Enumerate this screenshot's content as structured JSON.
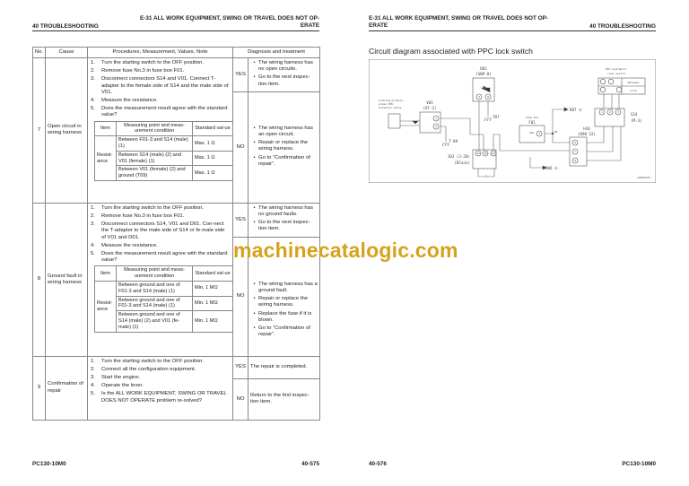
{
  "left": {
    "header": {
      "section": "40 TROUBLESHOOTING",
      "title_line1": "E-31 ALL WORK EQUIPMENT, SWING OR TRAVEL DOES NOT OP-",
      "title_line2": "ERATE"
    },
    "table": {
      "headers": [
        "No.",
        "Cause",
        "Procedures, Measurement, Values, Note",
        "Diagnosis and treatment"
      ],
      "rows": [
        {
          "no": "7",
          "cause": "Open circuit in wiring harness",
          "steps": [
            "Turn the starting switch to the OFF position.",
            "Remove fuse No.3 in fuse box F01.",
            "Disconnect connectors S14 and V01. Connect T-adapter to the female side of S14 and the male side of V01.",
            "Measure the resistance.",
            "Does the measurement result agree with the standard value?"
          ],
          "subtable": {
            "headers": [
              "Item",
              "Measuring point and meas-urement condition",
              "Standard val-ue"
            ],
            "item": "Resist-ance",
            "rows": [
              {
                "point": "Between F01-3 and S14 (male) (1)",
                "value": "Max. 1 Ω"
              },
              {
                "point": "Between S14 (male) (2) and V01 (female) (1)",
                "value": "Max. 1 Ω"
              },
              {
                "point": "Between V01 (female) (2) and ground (T09)",
                "value": "Max. 1 Ω"
              }
            ]
          },
          "yes": {
            "label": "YES",
            "items": [
              "The wiring harness has no open circuits.",
              "Go to the next inspec-tion item."
            ]
          },
          "no_branch": {
            "label": "NO",
            "items": [
              "The wiring harness has an open circuit.",
              "Repair or replace the wiring harness.",
              "Go to “Confirmation of repair”."
            ]
          }
        },
        {
          "no": "8",
          "cause": "Ground fault in wiring harness",
          "steps": [
            "Turn the starting switch to the OFF position.",
            "Remove fuse No.3 in fuse box F01.",
            "Disconnect connectors S14, V01 and D01. Con-nect the T-adapter to the male side of S14 or fe-male side of V01 and D01.",
            "Measure the resistance.",
            "Does the measurement result agree with the standard value?"
          ],
          "subtable": {
            "headers": [
              "Item",
              "Measuring point and meas-urement condition",
              "Standard val-ue"
            ],
            "item": "Resist-ance",
            "rows": [
              {
                "point": "Between ground and one of F01-3 and S14 (male) (1)",
                "value": "Min. 1 MΩ"
              },
              {
                "point": "Between ground and one of F01-3 and S14 (male) (1)",
                "value": "Min. 1 MΩ"
              },
              {
                "point": "Between ground and one of S14 (male) (2) and V01 (fe-male) (1)",
                "value": "Min. 1 MΩ"
              }
            ]
          },
          "yes": {
            "label": "YES",
            "items": [
              "The wiring harness has no ground faults.",
              "Go to the next inspec-tion item."
            ]
          },
          "no_branch": {
            "label": "NO",
            "items": [
              "The wiring harness has a ground fault.",
              "Repair or replace the wiring harness.",
              "Replace the fuse if it is blown.",
              "Go to “Confirmation of repair”."
            ]
          }
        },
        {
          "no": "9",
          "cause": "Confirmation of repair",
          "steps": [
            "Turn the starting switch to the OFF position.",
            "Connect all the configuration equipment.",
            "Start the engine.",
            "Operate the lever.",
            "Is the ALL WORK EQUIPMENT, SWING OR TRAVEL DOES NOT OPERATE problem re-solved?"
          ],
          "yes": {
            "label": "YES",
            "text": "The repair is completed."
          },
          "no_branch": {
            "label": "NO",
            "text": "Return to the first inspec-tion item."
          }
        }
      ]
    },
    "footer": {
      "model": "PC130-10M0",
      "page": "40-575"
    }
  },
  "watermark": "machinecatalogic.com",
  "right": {
    "header": {
      "section": "40 TROUBLESHOOTING",
      "title_line1": "E-31 ALL WORK EQUIPMENT, SWING OR TRAVEL DOES NOT OP-",
      "title_line2": "ERATE"
    },
    "title": "Circuit diagram associated with PPC lock switch",
    "diagram": {
      "solenoid": [
        "Locking primary",
        "press PPC",
        "solenoid valve"
      ],
      "v01": [
        "V01",
        "(DT-2)"
      ],
      "d01": [
        "D01",
        "(SWP-8)"
      ],
      "t07": "T07",
      "t09": "T-09",
      "j02": [
        "J02 (J-20)",
        "(Black)"
      ],
      "fuse": [
        "Fuse box",
        "F01"
      ],
      "fuse_rating": "10A",
      "pe": "PE",
      "r07": "R07 ①",
      "r06": "R06 ①",
      "h16": [
        "H16",
        "(090-22)"
      ],
      "s14": [
        "S14",
        "(M-3)"
      ],
      "switch": [
        "PPC hydraulic",
        "lock switch"
      ],
      "release": "Release",
      "lock": "Lock",
      "pins": {
        "v01": [
          "1",
          "2"
        ],
        "d01": [
          "4",
          "8"
        ],
        "j02": [
          "14",
          "15",
          "22"
        ],
        "fuse": "3",
        "h16": [
          "6",
          "7",
          "8"
        ],
        "s14": [
          "1",
          "2",
          "3"
        ]
      },
      "code": "G0024237"
    },
    "footer": {
      "page": "40-576",
      "model": "PC130-10M0"
    }
  }
}
